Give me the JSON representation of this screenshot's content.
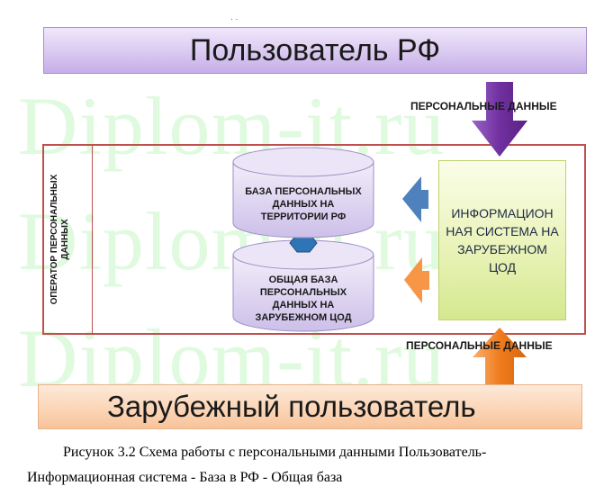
{
  "watermark": [
    "Diplom-it.ru",
    "Diplom-it.ru",
    "Diplom-it.ru"
  ],
  "top_mark": "· ·",
  "top_banner": {
    "label": "Пользователь РФ"
  },
  "operator": {
    "label": "ОПЕРАТОР ПЕРСОНАЛЬНЫХ ДАННЫХ"
  },
  "db_rf": {
    "label": "БАЗА ПЕРСОНАЛЬНЫХ ДАННЫХ НА ТЕРРИТОРИИ РФ"
  },
  "db_foreign": {
    "label": "ОБЩАЯ БАЗА ПЕРСОНАЛЬНЫХ ДАННЫХ НА ЗАРУБЕЖНОМ ЦОД"
  },
  "info_system": {
    "label": "ИНФОРМАЦИОН НАЯ СИСТЕМА НА ЗАРУБЕЖНОМ ЦОД"
  },
  "pd_top": {
    "label": "ПЕРСОНАЛЬНЫЕ ДАННЫЕ"
  },
  "pd_bottom": {
    "label": "ПЕРСОНАЛЬНЫЕ ДАННЫЕ"
  },
  "bottom_banner": {
    "label": "Зарубежный пользователь"
  },
  "caption": {
    "line1": "Рисунок 3.2 Схема работы с персональными данными Пользователь-",
    "line2": "Информационная система - База в РФ - Общая база"
  },
  "colors": {
    "purple_arrow": "#7030a0",
    "blue_arrow": "#4f81bd",
    "orange_arrow": "#f79646",
    "frame_red": "#c0504d",
    "cylinder_fill": "#e4dcf4"
  }
}
